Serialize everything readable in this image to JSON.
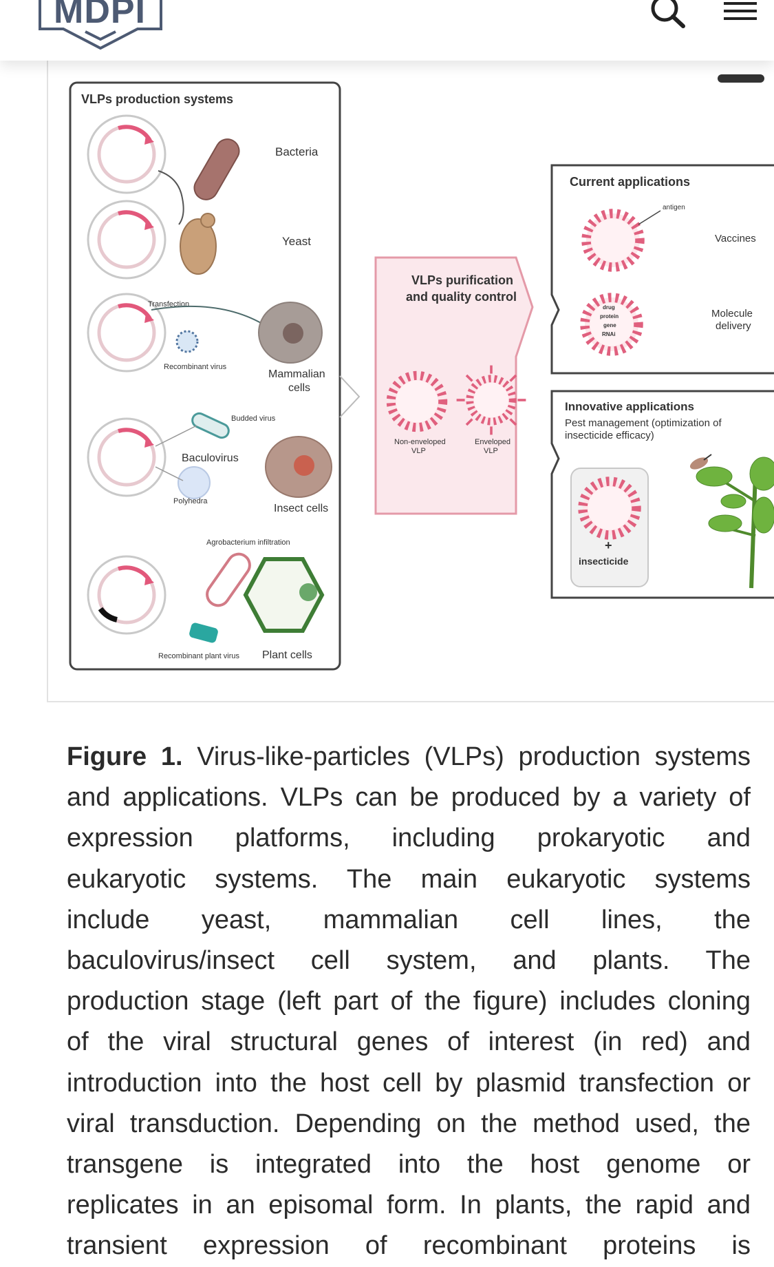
{
  "header": {
    "logo_text": "MDPI",
    "search_icon": "search-icon",
    "menu_icon": "hamburger-menu-icon"
  },
  "figure": {
    "left_panel": {
      "title": "VLPs production systems",
      "labels": {
        "bacteria": "Bacteria",
        "yeast": "Yeast",
        "transfection": "Transfection",
        "recombinant_virus": "Recombinant virus",
        "mammalian_cells_1": "Mammalian",
        "mammalian_cells_2": "cells",
        "budded_virus": "Budded virus",
        "baculovirus": "Baculovirus",
        "polyhedra": "Polyhedra",
        "insect_cells": "Insect cells",
        "agrobacterium": "Agrobacterium infiltration",
        "recombinant_plant_virus": "Recombinant plant virus",
        "plant_cells": "Plant cells"
      }
    },
    "middle_panel": {
      "title_line1": "VLPs purification",
      "title_line2": "and quality control",
      "non_enveloped_1": "Non-enveloped",
      "non_enveloped_2": "VLP",
      "enveloped_1": "Enveloped",
      "enveloped_2": "VLP"
    },
    "current_panel": {
      "title": "Current applications",
      "antigen": "antigen",
      "vaccines": "Vaccines",
      "molecule_1": "Molecule",
      "molecule_2": "delivery",
      "cargo": [
        "drug",
        "protein",
        "gene",
        "RNAi"
      ]
    },
    "innovative_panel": {
      "title": "Innovative applications",
      "subtitle_line1": "Pest management (optimization of",
      "subtitle_line2": "insecticide efficacy)",
      "plus": "+",
      "insecticide": "insecticide"
    }
  },
  "caption": {
    "label": "Figure 1.",
    "lines": [
      "Virus-like-particles (VLPs) production systems",
      "and applications. VLPs can be produced by a variety of",
      "expression platforms, including prokaryotic and",
      "eukaryotic systems. The main eukaryotic systems",
      "include yeast, mammalian cell lines, the",
      "baculovirus/insect cell system, and plants. The",
      "production stage (left part of the figure) includes cloning",
      "of the viral structural genes of interest (in red) and",
      "introduction into the host cell by plasmid transfection or",
      "viral transduction. Depending on the method used, the",
      "transgene is integrated into the host genome or",
      "replicates in an episomal form. In plants, the rapid and",
      "transient expression of recombinant proteins is"
    ]
  },
  "colors": {
    "vlp_pink": "#e0607e",
    "middle_panel_fill": "#fbe8ec",
    "middle_panel_border": "#e49aa8",
    "plant_green": "#5f9a3a"
  }
}
